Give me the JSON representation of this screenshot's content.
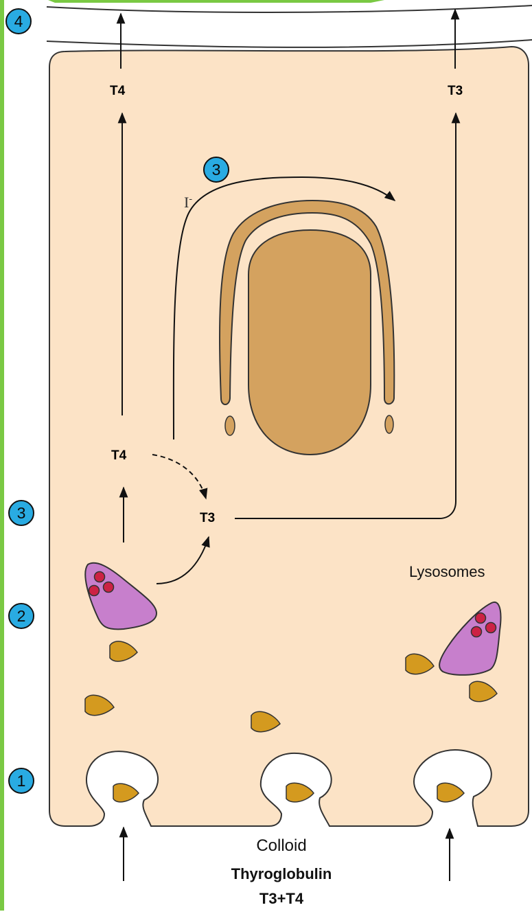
{
  "labels": {
    "t4_top": "T4",
    "t3_top": "T3",
    "t4_mid": "T4",
    "t3_mid": "T3",
    "iodide": "I",
    "iodide_sup": "-",
    "lysosomes": "Lysosomes",
    "colloid": "Colloid",
    "thyroglobulin": "Thyroglobulin",
    "t3_t4": "T3+T4"
  },
  "steps": {
    "one": "1",
    "two": "2",
    "three_left": "3",
    "three_top": "3",
    "four": "4"
  },
  "colors": {
    "cell_fill": "#fce3c6",
    "organelle_fill": "#d4a25f",
    "lysosome_fill": "#c77fcc",
    "granule_fill": "#cc3333",
    "vesicle_fill": "#d49a1f",
    "badge_fill": "#29abe2",
    "border_green": "#7ac943"
  }
}
